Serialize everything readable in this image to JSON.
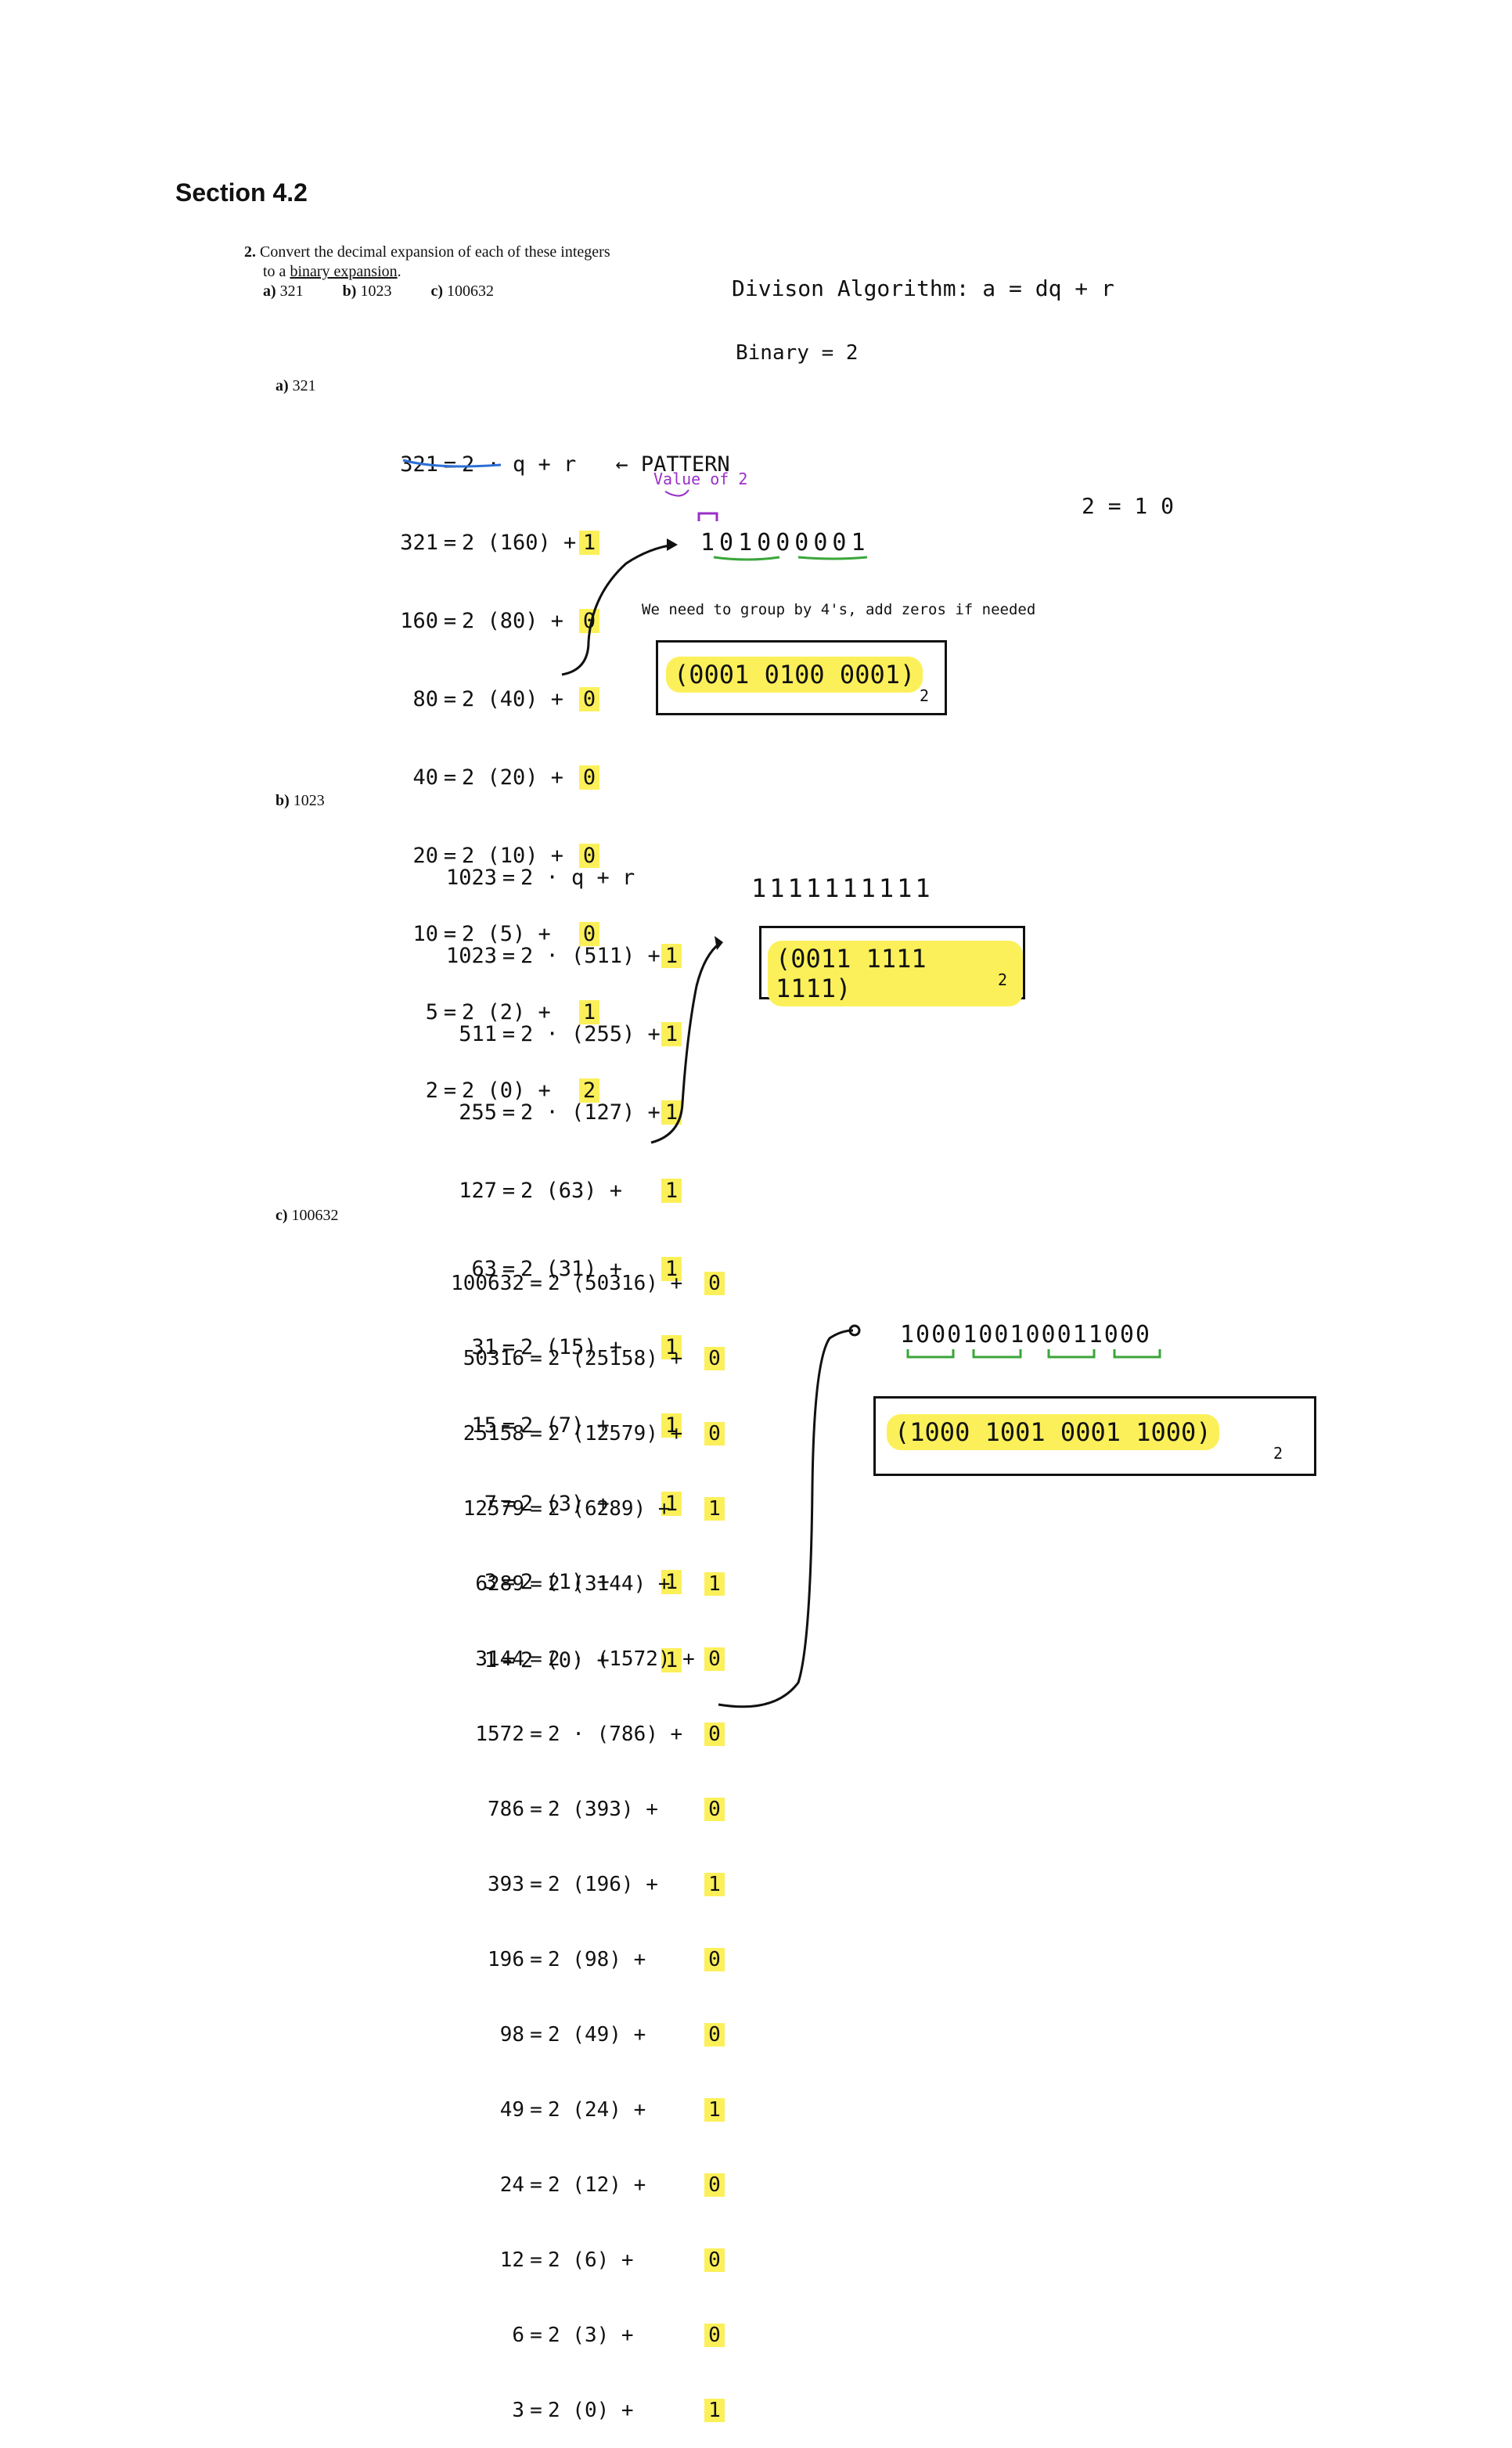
{
  "section_title": "Section 4.2",
  "problem": {
    "number": "2.",
    "line1": "Convert the decimal expansion of each of these integers",
    "line2_plain": "to a ",
    "line2_underlined": "binary expansion",
    "line2_end": ".",
    "parts": [
      {
        "label": "a)",
        "value": "321"
      },
      {
        "label": "b)",
        "value": "1023"
      },
      {
        "label": "c)",
        "value": "100632"
      }
    ]
  },
  "notes": {
    "division_algorithm": "Divison Algorithm: a = dq + r",
    "binary": "Binary = 2",
    "two_equals": "2 = 1 0"
  },
  "part_a": {
    "label": "a)",
    "value": "321",
    "pattern_line": {
      "lhs": "321",
      "rhs": "2 · q + r",
      "note": "← PATTERN"
    },
    "rows": [
      {
        "lhs": "321",
        "rhs": "2 (160) +",
        "r": "1"
      },
      {
        "lhs": "160",
        "rhs": "2 (80) +",
        "r": "0"
      },
      {
        "lhs": "80",
        "rhs": "2 (40) +",
        "r": "0"
      },
      {
        "lhs": "40",
        "rhs": "2 (20) +",
        "r": "0"
      },
      {
        "lhs": "20",
        "rhs": "2 (10) +",
        "r": "0"
      },
      {
        "lhs": "10",
        "rhs": "2 (5) +",
        "r": "0"
      },
      {
        "lhs": "5",
        "rhs": "2 (2) +",
        "r": "1"
      },
      {
        "lhs": "2",
        "rhs": "2 (0) +",
        "r": "2"
      }
    ],
    "value_of_2": "Value of 2",
    "binary_raw": "101000001",
    "group_note": "We need to group by 4's, add zeros if needed",
    "answer": "(0001 0100 0001)",
    "base": "2"
  },
  "part_b": {
    "label": "b)",
    "value": "1023",
    "pattern_line": {
      "lhs": "1023",
      "rhs": "2 · q + r"
    },
    "rows": [
      {
        "lhs": "1023",
        "rhs": "2 · (511) +",
        "r": "1"
      },
      {
        "lhs": "511",
        "rhs": "2 · (255) +",
        "r": "1"
      },
      {
        "lhs": "255",
        "rhs": "2 · (127) +",
        "r": "1"
      },
      {
        "lhs": "127",
        "rhs": "2 (63) +",
        "r": "1"
      },
      {
        "lhs": "63",
        "rhs": "2 (31) +",
        "r": "1"
      },
      {
        "lhs": "31",
        "rhs": "2 (15) +",
        "r": "1"
      },
      {
        "lhs": "15",
        "rhs": "2 (7) +",
        "r": "1"
      },
      {
        "lhs": "7",
        "rhs": "2 (3) +",
        "r": "1"
      },
      {
        "lhs": "3",
        "rhs": "2 (1) +",
        "r": "1"
      },
      {
        "lhs": "1",
        "rhs": "2 (0) +",
        "r": "1"
      }
    ],
    "binary_raw": "1111111111",
    "answer": "(0011 1111 1111)",
    "base": "2"
  },
  "part_c": {
    "label": "c)",
    "value": "100632",
    "rows": [
      {
        "lhs": "100632",
        "rhs": "2 (50316) +",
        "r": "0"
      },
      {
        "lhs": "50316",
        "rhs": "2 (25158) +",
        "r": "0"
      },
      {
        "lhs": "25158",
        "rhs": "2 (12579) +",
        "r": "0"
      },
      {
        "lhs": "12579",
        "rhs": "2 (6289) +",
        "r": "1"
      },
      {
        "lhs": "6289",
        "rhs": "2 (3144) +",
        "r": "1"
      },
      {
        "lhs": "3144",
        "rhs": "2 · (1572) +",
        "r": "0"
      },
      {
        "lhs": "1572",
        "rhs": "2 · (786) +",
        "r": "0"
      },
      {
        "lhs": "786",
        "rhs": "2 (393) +",
        "r": "0"
      },
      {
        "lhs": "393",
        "rhs": "2 (196) +",
        "r": "1"
      },
      {
        "lhs": "196",
        "rhs": "2 (98) +",
        "r": "0"
      },
      {
        "lhs": "98",
        "rhs": "2 (49) +",
        "r": "0"
      },
      {
        "lhs": "49",
        "rhs": "2 (24) +",
        "r": "1"
      },
      {
        "lhs": "24",
        "rhs": "2 (12) +",
        "r": "0"
      },
      {
        "lhs": "12",
        "rhs": "2 (6) +",
        "r": "0"
      },
      {
        "lhs": "6",
        "rhs": "2 (3) +",
        "r": "0"
      },
      {
        "lhs": "3",
        "rhs": "2 (0) +",
        "r": "1"
      }
    ],
    "binary_raw": "1000100100011000",
    "answer": "(1000 1001 0001 1000)",
    "base": "2"
  }
}
